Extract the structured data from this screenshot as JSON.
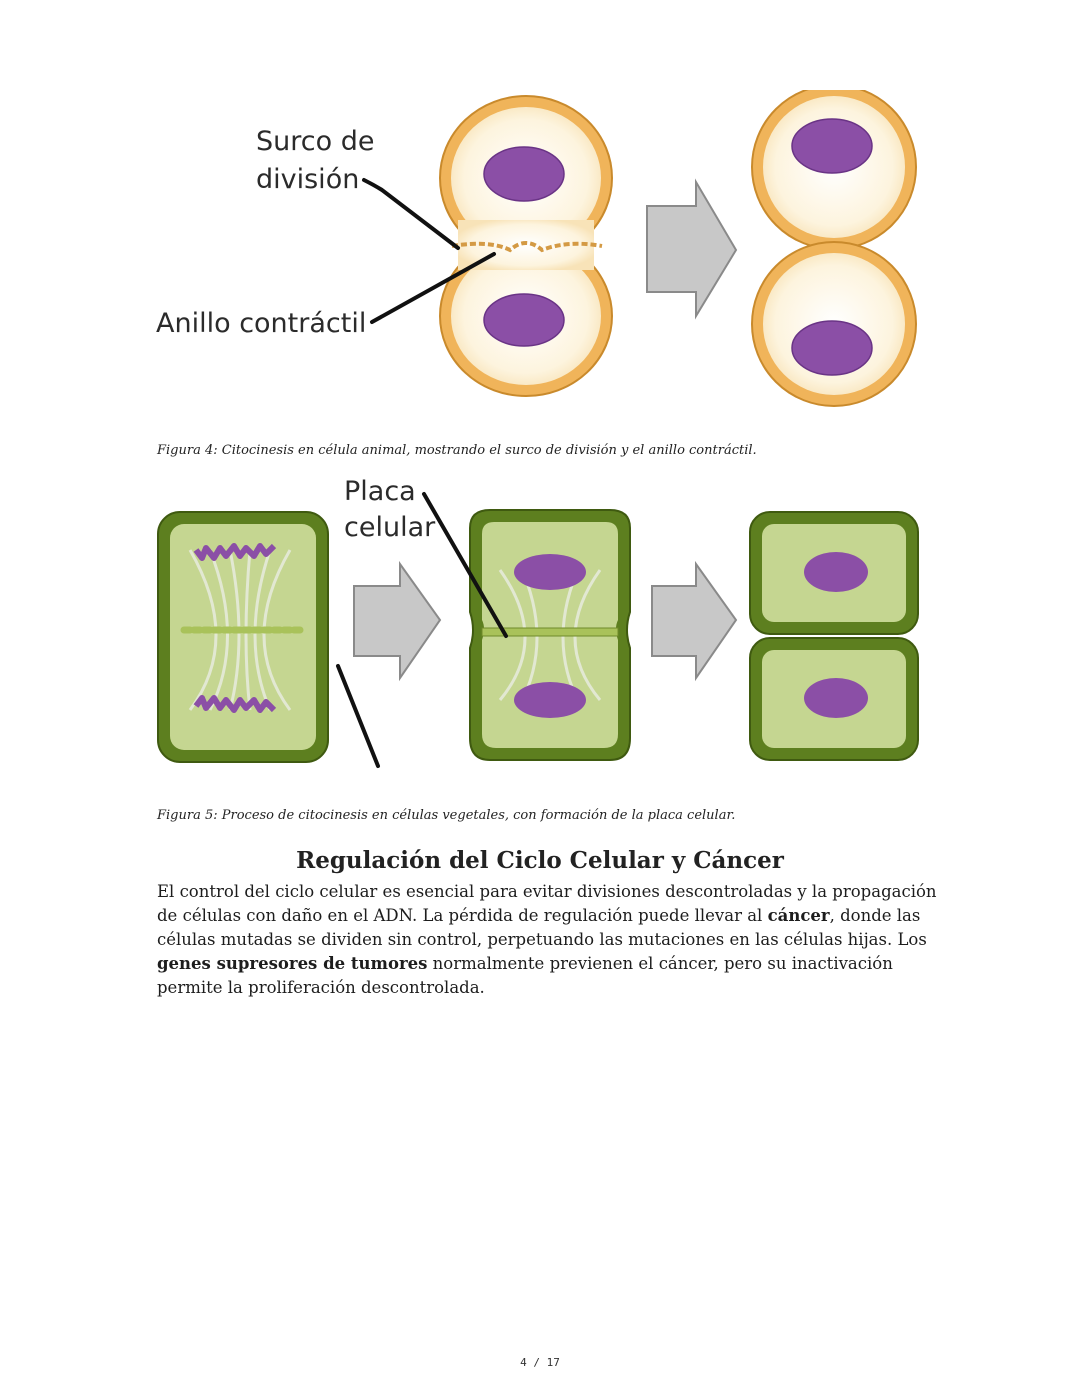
{
  "figure4": {
    "label_furrow_line1": "Surco de",
    "label_furrow_line2": "división",
    "label_ring": "Anillo contráctil",
    "caption": "Figura 4: Citocinesis en célula animal, mostrando el surco de división y el anillo contráctil."
  },
  "figure5": {
    "label_plate_line1": "Placa",
    "label_plate_line2": "celular",
    "caption": "Figura 5: Proceso de citocinesis en células vegetales, con formación de la placa celular."
  },
  "section": {
    "heading": "Regulación del Ciclo Celular y Cáncer",
    "p1": "El control del ciclo celular es esencial para evitar divisiones descontroladas y la propagación de células con daño en el ADN. La pérdida de regulación puede llevar al ",
    "b1": "cáncer",
    "p2": ", donde las células mutadas se dividen sin control, perpetuando las mutaciones en las células hijas. Los ",
    "b2": "genes supresores de tumores",
    "p3": " normalmente previenen el cáncer, pero su inactivación permite la proliferación descontrolada."
  },
  "page_number": "4 / 17",
  "colors": {
    "animal_membrane": "#f0b45a",
    "animal_cytoplasm": "#fdf6e3",
    "nucleus": "#8b4fa6",
    "plant_wall": "#5d7f1f",
    "plant_cytoplasm": "#c5d691",
    "arrow": "#c8c8c8"
  }
}
